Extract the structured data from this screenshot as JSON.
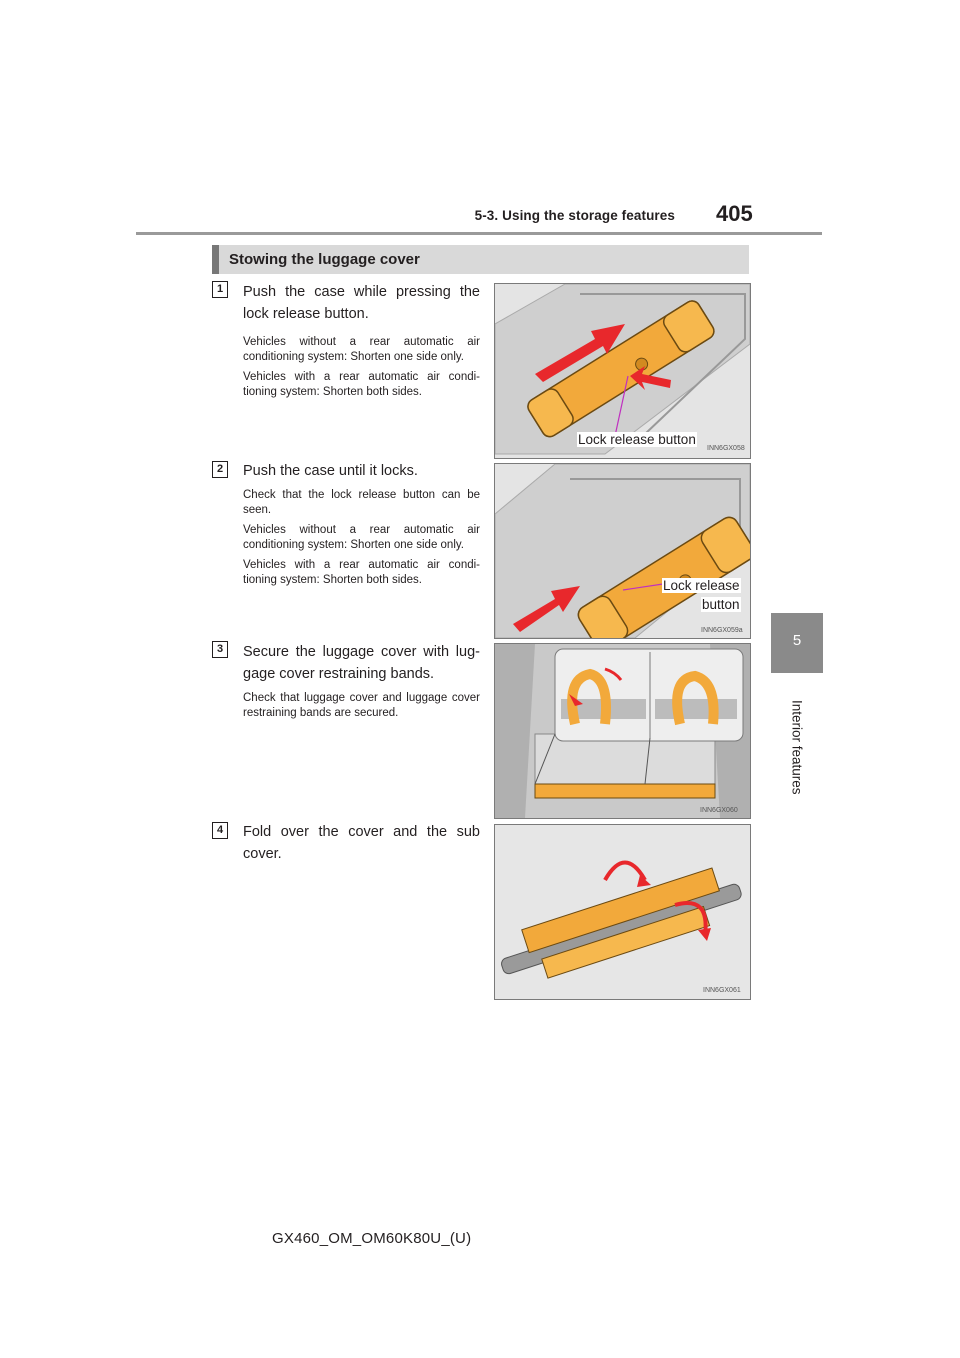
{
  "header": {
    "section": "5-3. Using the storage features",
    "page_number": "405"
  },
  "side_tab": {
    "chapter_number": "5",
    "chapter_label": "Interior features"
  },
  "section_title": "Stowing the luggage cover",
  "steps": [
    {
      "number": "1",
      "main": "Push the case while pressing the lock release button.",
      "notes": [
        "Vehicles without a rear automatic air conditioning system: Shorten one side only.",
        "Vehicles with a rear automatic air condi-tioning system: Shorten both sides."
      ],
      "figure": {
        "callout": "Lock release button",
        "code": "INN6GX058"
      }
    },
    {
      "number": "2",
      "main": "Push the case until it locks.",
      "notes": [
        "Check that the lock release button can be seen.",
        "Vehicles without a rear automatic air conditioning system: Shorten one side only.",
        "Vehicles with a rear automatic air condi-tioning system: Shorten both sides."
      ],
      "figure": {
        "callout_line1": "Lock release",
        "callout_line2": "button",
        "code": "INN6GX059a"
      }
    },
    {
      "number": "3",
      "main": "Secure the luggage cover with lug-gage cover restraining bands.",
      "notes": [
        "Check that luggage cover and luggage cover restraining bands are secured."
      ],
      "figure": {
        "code": "INN6GX060"
      }
    },
    {
      "number": "4",
      "main": "Fold over the cover and the sub cover.",
      "notes": [],
      "figure": {
        "code": "INN6GX061"
      }
    }
  ],
  "footer": "GX460_OM_OM60K80U_(U)",
  "colors": {
    "case_yellow": "#f2a93b",
    "arrow_red": "#e8282c",
    "callout_line": "#c02fc0"
  }
}
